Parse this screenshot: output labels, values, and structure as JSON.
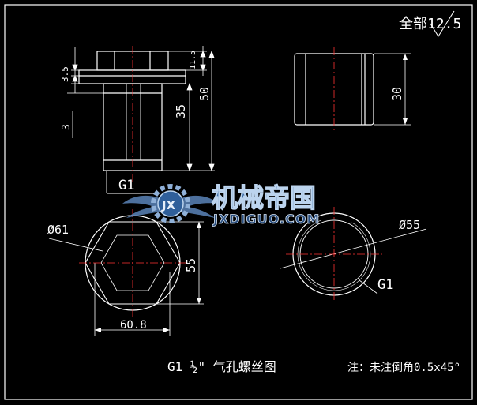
{
  "drawing": {
    "roughness": "全部12.5",
    "title": "G1 ½\" 气孔螺丝图",
    "note": "注：未注倒角0.5x45°",
    "colors": {
      "background": "#000000",
      "line": "#ffffff",
      "centerline": "#ff3333",
      "watermark": "#3f6fa8",
      "watermark_light": "#bcd4ee"
    }
  },
  "front_view": {
    "dim_left_top": "3.5",
    "dim_left_bottom": "3",
    "dim_head": "11.5",
    "dim_mid": "35",
    "dim_total": "50",
    "thread_label": "G1"
  },
  "side_view": {
    "dim_height": "30"
  },
  "top_view": {
    "dim_diameter": "Ø61",
    "dim_flats": "55",
    "dim_corners": "60.8"
  },
  "bottom_view": {
    "dim_diameter": "Ø55",
    "thread_label": "G1"
  },
  "watermark": {
    "logo_text": "JX",
    "cn": "机械帝国",
    "en": "JXDIGUO.COM"
  }
}
